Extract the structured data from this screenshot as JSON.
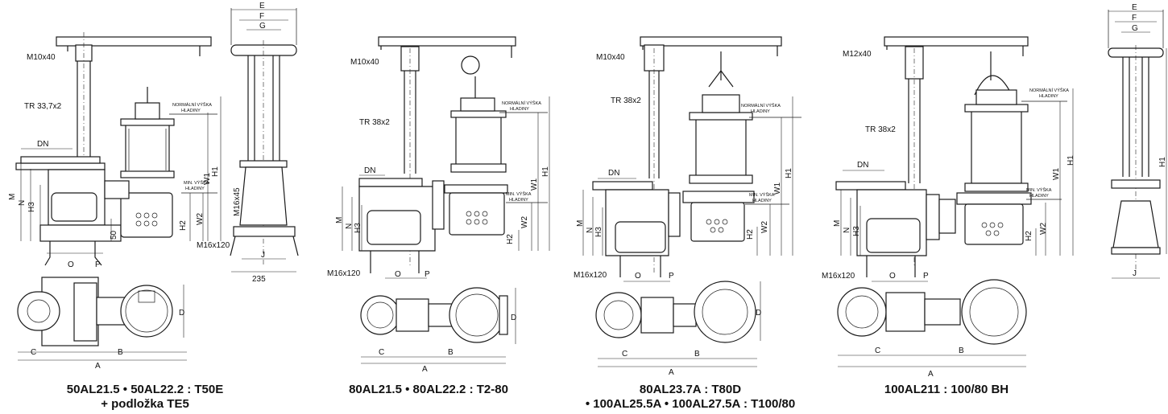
{
  "drawings": [
    {
      "id": "d1",
      "caption_lines": [
        "50AL21.5 • 50AL22.2 : T50E",
        "+ podložka TE5"
      ],
      "labels": {
        "bolt": "M10x40",
        "pipe": "TR 33,7x2",
        "dn": "DN",
        "m": "M",
        "n": "N",
        "h3": "H3",
        "h2": "H2",
        "w1": "W1",
        "w2": "W2",
        "h1": "H1",
        "base": "50",
        "o": "O",
        "p": "P",
        "c": "C",
        "a": "A",
        "b": "B",
        "d": "D",
        "normal_level": [
          "NORMÁLNÍ VÝŠKA",
          "HLADINY"
        ],
        "min_level": [
          "MIN. VÝŠKA",
          "HLADINY"
        ]
      }
    },
    {
      "id": "d1side",
      "labels": {
        "e": "E",
        "f": "F",
        "g": "G",
        "j": "J",
        "anchor": "M16x45",
        "anchor2": "M16x120",
        "width": "235"
      }
    },
    {
      "id": "d2",
      "caption_lines": [
        "80AL21.5 • 80AL22.2 : T2-80"
      ],
      "labels": {
        "bolt": "M10x40",
        "pipe": "TR 38x2",
        "dn": "DN",
        "anchor": "M16x120",
        "m": "M",
        "n": "N",
        "h3": "H3",
        "h2": "H2",
        "w1": "W1",
        "w2": "W2",
        "h1": "H1",
        "o": "O",
        "p": "P",
        "c": "C",
        "a": "A",
        "b": "B",
        "d": "D",
        "normal_level": [
          "NORMÁLNÍ VÝŠKA",
          "HLADINY"
        ],
        "min_level": [
          "MIN. VÝŠKA",
          "HLADINY"
        ]
      }
    },
    {
      "id": "d3",
      "caption_lines": [
        "80AL23.7A : T80D",
        "• 100AL25.5A • 100AL27.5A : T100/80"
      ],
      "labels": {
        "bolt": "M10x40",
        "pipe": "TR 38x2",
        "dn": "DN",
        "anchor": "M16x120",
        "m": "M",
        "n": "N",
        "h3": "H3",
        "h2": "H2",
        "w1": "W1",
        "w2": "W2",
        "h1": "H1",
        "o": "O",
        "p": "P",
        "c": "C",
        "a": "A",
        "b": "B",
        "d": "D",
        "normal_level": [
          "NORMÁLNÍ VÝŠKA",
          "HLADINY"
        ],
        "min_level": [
          "MIN. VÝŠKA",
          "HLADINY"
        ]
      }
    },
    {
      "id": "d4",
      "caption_lines": [
        "100AL211 : 100/80 BH"
      ],
      "labels": {
        "bolt": "M12x40",
        "pipe": "TR 38x2",
        "dn": "DN",
        "anchor": "M16x120",
        "m": "M",
        "n": "N",
        "h3": "H3",
        "h2": "H2",
        "w1": "W1",
        "w2": "W2",
        "h1": "H1",
        "o": "O",
        "p": "P",
        "c": "C",
        "a": "A",
        "b": "B",
        "normal_level": [
          "NORMÁLNÍ VÝŠKA",
          "HLADINY"
        ],
        "min_level": [
          "MIN. VÝŠKA",
          "HLADINY"
        ]
      }
    },
    {
      "id": "d4side",
      "labels": {
        "e": "E",
        "f": "F",
        "g": "G",
        "j": "J",
        "h1": "H1"
      }
    }
  ]
}
